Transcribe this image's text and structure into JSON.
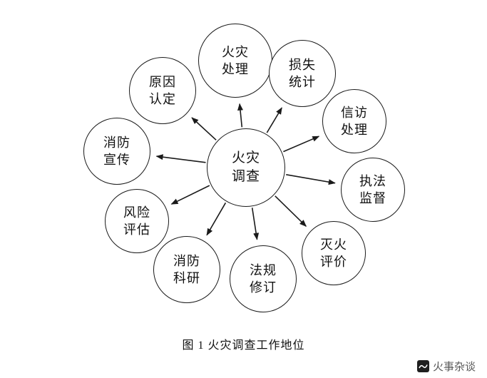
{
  "diagram": {
    "center": {
      "label": "火灾调查",
      "lines": [
        "火灾",
        "调查"
      ]
    },
    "nodes": [
      {
        "label": "火灾处理",
        "lines": [
          "火灾",
          "处理"
        ]
      },
      {
        "label": "损失统计",
        "lines": [
          "损失",
          "统计"
        ]
      },
      {
        "label": "信访处理",
        "lines": [
          "信访",
          "处理"
        ]
      },
      {
        "label": "执法监督",
        "lines": [
          "执法",
          "监督"
        ]
      },
      {
        "label": "灭火评价",
        "lines": [
          "灭火",
          "评价"
        ]
      },
      {
        "label": "法规修订",
        "lines": [
          "法规",
          "修订"
        ]
      },
      {
        "label": "消防科研",
        "lines": [
          "消防",
          "科研"
        ]
      },
      {
        "label": "风险评估",
        "lines": [
          "风险",
          "评估"
        ]
      },
      {
        "label": "消防宣传",
        "lines": [
          "消防",
          "宣传"
        ]
      },
      {
        "label": "原因认定",
        "lines": [
          "原因",
          "认定"
        ]
      }
    ]
  },
  "caption": "图 1  火灾调查工作地位",
  "watermark": {
    "text": "火事杂谈"
  },
  "colors": {
    "line": "#1a1a1a",
    "text": "#111111",
    "watermark_text": "#595959"
  }
}
